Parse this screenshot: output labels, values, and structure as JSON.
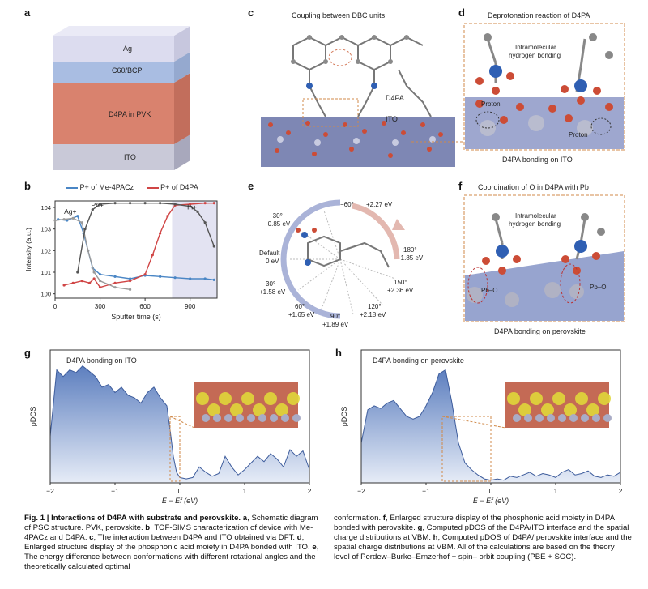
{
  "panels": {
    "a": {
      "letter": "a",
      "layers": [
        "Ag",
        "C60/BCP",
        "D4PA in PVK",
        "ITO"
      ],
      "colors": {
        "ag": "#d9d9ee",
        "c60": "#a9bde2",
        "pvk": "#d9826e",
        "ito": "#c9c9d8"
      }
    },
    "b": {
      "letter": "b",
      "legend": [
        "P+ of Me-4PACz",
        "P+ of D4PA"
      ],
      "ion_labels": [
        "Ag+",
        "Pb+",
        "In+"
      ],
      "ylabel": "Intensity (a.u.)",
      "xlabel": "Sputter time (s)"
    },
    "c": {
      "letter": "c",
      "title": "Coupling between DBC units",
      "labels": [
        "D4PA",
        "ITO"
      ]
    },
    "d": {
      "letter": "d",
      "title": "Deprotonation reaction of D4PA",
      "labels": [
        "Intramolecular",
        "hydrogen bonding",
        "Proton",
        "Proton"
      ],
      "footer": "D4PA bonding on ITO"
    },
    "e": {
      "letter": "e",
      "labels": [
        {
          "angle": "−60°",
          "energy": ""
        },
        {
          "angle": "",
          "energy": "+2.27 eV"
        },
        {
          "angle": "−30°",
          "energy": "+0.85 eV"
        },
        {
          "angle": "Default",
          "energy": "0 eV"
        },
        {
          "angle": "180°",
          "energy": "+1.85 eV"
        },
        {
          "angle": "30°",
          "energy": "+1.58 eV"
        },
        {
          "angle": "150°",
          "energy": "+2.36 eV"
        },
        {
          "angle": "60°",
          "energy": "+1.65 eV"
        },
        {
          "angle": "120°",
          "energy": "+2.18 eV"
        },
        {
          "angle": "90°",
          "energy": "+1.89 eV"
        }
      ]
    },
    "f": {
      "letter": "f",
      "title": "Coordination of O in D4PA with Pb",
      "labels": [
        "Intramolecular",
        "hydrogen bonding",
        "Pb–O",
        "Pb–O"
      ],
      "footer": "D4PA bonding on perovskite"
    },
    "g": {
      "letter": "g",
      "title": "D4PA bonding on ITO"
    },
    "h": {
      "letter": "h",
      "title": "D4PA bonding on perovskite"
    }
  },
  "chart_data": [
    {
      "panel": "b",
      "type": "scatter",
      "xlabel": "Sputter time (s)",
      "ylabel": "Intensity (a.u.)",
      "xticks": [
        "0",
        "300",
        "600",
        "900"
      ],
      "yticks": [
        "10^0",
        "10^1",
        "10^2",
        "10^3",
        "10^4"
      ],
      "xlim": [
        0,
        1080
      ],
      "ylim_log10": [
        -0.2,
        4.3
      ],
      "shaded_region": [
        780,
        1080
      ],
      "series": [
        {
          "name": "P+ of Me-4PACz",
          "color": "#4a86c5",
          "x": [
            20,
            80,
            150,
            190,
            220,
            250,
            300,
            400,
            500,
            600,
            700,
            800,
            900,
            1000,
            1060
          ],
          "log10y": [
            3.45,
            3.4,
            3.6,
            2.8,
            2.0,
            1.2,
            0.9,
            0.8,
            0.7,
            0.85,
            0.8,
            0.75,
            0.7,
            0.7,
            0.65
          ]
        },
        {
          "name": "P+ of D4PA",
          "color": "#d04545",
          "x": [
            60,
            120,
            180,
            230,
            260,
            300,
            400,
            500,
            600,
            650,
            700,
            750,
            800,
            900,
            1000,
            1060
          ],
          "log10y": [
            0.4,
            0.5,
            0.6,
            0.5,
            0.7,
            0.3,
            0.5,
            0.6,
            0.9,
            1.8,
            2.8,
            3.6,
            4.1,
            4.15,
            4.2,
            4.2
          ]
        },
        {
          "name": "Ag+",
          "color": "#9a9a9a",
          "x": [
            0,
            60,
            120,
            180,
            220,
            260,
            300,
            400,
            500
          ],
          "log10y": [
            3.4,
            3.45,
            3.5,
            3.3,
            2.0,
            1.0,
            0.6,
            0.3,
            0.2
          ]
        },
        {
          "name": "Pb+",
          "color": "#555555",
          "x": [
            150,
            200,
            250,
            300,
            400,
            500,
            600,
            700,
            800,
            900,
            950,
            1000,
            1060
          ],
          "log10y": [
            1.0,
            3.0,
            3.9,
            4.15,
            4.2,
            4.2,
            4.2,
            4.2,
            4.15,
            4.05,
            3.8,
            3.3,
            2.2
          ]
        }
      ]
    },
    {
      "panel": "g",
      "type": "area",
      "xlabel": "E − Ef (eV)",
      "ylabel": "pDOS",
      "xticks": [
        "−2",
        "−1",
        "0",
        "1",
        "2"
      ],
      "xlim": [
        -2,
        2
      ],
      "highlight_box_x": [
        -0.15,
        0.0
      ],
      "x": [
        -2.0,
        -1.9,
        -1.8,
        -1.7,
        -1.6,
        -1.5,
        -1.4,
        -1.3,
        -1.2,
        -1.1,
        -1.0,
        -0.9,
        -0.8,
        -0.7,
        -0.6,
        -0.5,
        -0.4,
        -0.3,
        -0.2,
        -0.15,
        -0.1,
        -0.05,
        0.0,
        0.1,
        0.2,
        0.3,
        0.4,
        0.5,
        0.6,
        0.7,
        0.8,
        0.9,
        1.0,
        1.1,
        1.2,
        1.3,
        1.4,
        1.5,
        1.6,
        1.7,
        1.8,
        1.9,
        2.0
      ],
      "y": [
        0.35,
        0.85,
        0.8,
        0.85,
        0.83,
        0.88,
        0.84,
        0.8,
        0.72,
        0.74,
        0.68,
        0.72,
        0.66,
        0.64,
        0.6,
        0.68,
        0.72,
        0.64,
        0.58,
        0.4,
        0.2,
        0.08,
        0.04,
        0.03,
        0.04,
        0.12,
        0.08,
        0.05,
        0.07,
        0.2,
        0.12,
        0.06,
        0.1,
        0.15,
        0.2,
        0.16,
        0.22,
        0.18,
        0.12,
        0.25,
        0.2,
        0.24,
        0.1
      ]
    },
    {
      "panel": "h",
      "type": "area",
      "xlabel": "E − Ef (eV)",
      "ylabel": "pDOS",
      "xticks": [
        "−2",
        "−1",
        "0",
        "1",
        "2"
      ],
      "xlim": [
        -2,
        2
      ],
      "highlight_box_x": [
        -0.75,
        0.0
      ],
      "x": [
        -2.0,
        -1.9,
        -1.8,
        -1.7,
        -1.6,
        -1.5,
        -1.4,
        -1.3,
        -1.2,
        -1.1,
        -1.0,
        -0.9,
        -0.8,
        -0.7,
        -0.6,
        -0.5,
        -0.4,
        -0.3,
        -0.2,
        -0.1,
        0.0,
        0.1,
        0.2,
        0.3,
        0.4,
        0.5,
        0.6,
        0.7,
        0.8,
        0.9,
        1.0,
        1.1,
        1.2,
        1.3,
        1.4,
        1.5,
        1.6,
        1.7,
        1.8,
        1.9,
        2.0
      ],
      "y": [
        0.3,
        0.55,
        0.58,
        0.56,
        0.6,
        0.62,
        0.56,
        0.5,
        0.48,
        0.5,
        0.58,
        0.68,
        0.82,
        0.85,
        0.6,
        0.3,
        0.15,
        0.1,
        0.06,
        0.03,
        0.02,
        0.03,
        0.02,
        0.05,
        0.04,
        0.06,
        0.08,
        0.05,
        0.07,
        0.06,
        0.04,
        0.08,
        0.1,
        0.06,
        0.07,
        0.09,
        0.05,
        0.04,
        0.06,
        0.05,
        0.08
      ]
    }
  ],
  "caption": {
    "left_parts": [
      {
        "b": "Fig. 1 | Interactions of D4PA with substrate and perovskite. a",
        "t": ", Schematic diagram of PSC structure. PVK, perovskite. "
      },
      {
        "b": "b",
        "t": ", TOF-SIMS characterization of device with Me-4PACz and D4PA. "
      },
      {
        "b": "c",
        "t": ", The interaction between D4PA and ITO obtained via DFT. "
      },
      {
        "b": "d",
        "t": ", Enlarged structure display of the phosphonic acid moiety in D4PA bonded with ITO. "
      },
      {
        "b": "e",
        "t": ", The energy difference between conformations with different rotational angles and the theoretically calculated optimal"
      }
    ],
    "right_parts": [
      {
        "b": "",
        "t": "conformation. "
      },
      {
        "b": "f",
        "t": ", Enlarged structure display of the phosphonic acid moiety in D4PA bonded with perovskite. "
      },
      {
        "b": "g",
        "t": ", Computed pDOS of the D4PA/ITO interface and the spatial charge distributions at VBM. "
      },
      {
        "b": "h",
        "t": ", Computed pDOS of D4PA/ perovskite interface and the spatial charge distributions at VBM. All of the calculations are based on the theory level of Perdew–Burke–Ernzerhof + spin– orbit coupling (PBE + SOC)."
      }
    ]
  }
}
